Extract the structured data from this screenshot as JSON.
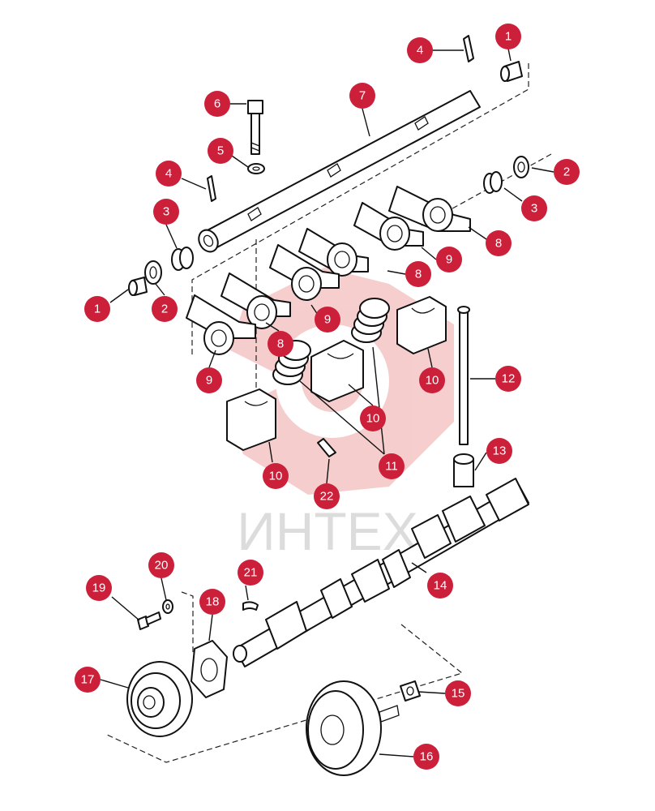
{
  "watermark": {
    "text": "ИНТЕХ",
    "color": "#e7a3a3"
  },
  "badge_color": "#cc1f3a",
  "callouts": [
    {
      "label": "1",
      "part": "plug"
    },
    {
      "label": "4",
      "part": "split-pin"
    },
    {
      "label": "6",
      "part": "bolt"
    },
    {
      "label": "7",
      "part": "rocker-shaft"
    },
    {
      "label": "5",
      "part": "lock-washer"
    },
    {
      "label": "4",
      "part": "split-pin"
    },
    {
      "label": "2",
      "part": "washer"
    },
    {
      "label": "3",
      "part": "spring"
    },
    {
      "label": "3",
      "part": "spring"
    },
    {
      "label": "8",
      "part": "rocker-arm"
    },
    {
      "label": "9",
      "part": "rocker-arm"
    },
    {
      "label": "8",
      "part": "rocker-arm"
    },
    {
      "label": "1",
      "part": "plug"
    },
    {
      "label": "2",
      "part": "washer"
    },
    {
      "label": "9",
      "part": "rocker-arm"
    },
    {
      "label": "8",
      "part": "rocker-arm"
    },
    {
      "label": "9",
      "part": "rocker-arm"
    },
    {
      "label": "10",
      "part": "support"
    },
    {
      "label": "12",
      "part": "push-rod"
    },
    {
      "label": "10",
      "part": "support"
    },
    {
      "label": "11",
      "part": "spring"
    },
    {
      "label": "10",
      "part": "support"
    },
    {
      "label": "13",
      "part": "tappet"
    },
    {
      "label": "22",
      "part": "dowel-pin"
    },
    {
      "label": "14",
      "part": "camshaft"
    },
    {
      "label": "20",
      "part": "washer"
    },
    {
      "label": "21",
      "part": "key"
    },
    {
      "label": "19",
      "part": "bolt"
    },
    {
      "label": "18",
      "part": "thrust-plate"
    },
    {
      "label": "17",
      "part": "gear"
    },
    {
      "label": "15",
      "part": "nut"
    },
    {
      "label": "16",
      "part": "pulley"
    }
  ]
}
